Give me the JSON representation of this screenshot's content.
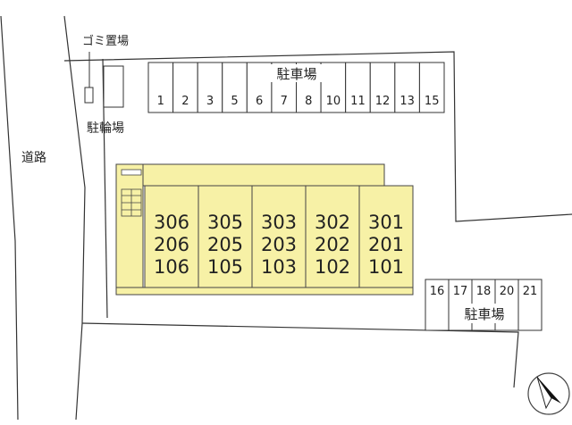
{
  "labels": {
    "garbage": "ゴミ置場",
    "bicycle": "駐輪場",
    "road": "道路",
    "parking_top": "駐車場",
    "parking_bottom": "駐車場"
  },
  "parking_top": [
    "1",
    "2",
    "3",
    "5",
    "6",
    "7",
    "8",
    "10",
    "11",
    "12",
    "13",
    "15"
  ],
  "parking_bottom": [
    "16",
    "17",
    "18",
    "20",
    "21"
  ],
  "building_units": [
    [
      "306",
      "206",
      "106"
    ],
    [
      "305",
      "205",
      "105"
    ],
    [
      "303",
      "203",
      "103"
    ],
    [
      "302",
      "202",
      "102"
    ],
    [
      "301",
      "201",
      "101"
    ]
  ],
  "colors": {
    "building_fill": "#f7f1a6",
    "line": "#333333"
  }
}
